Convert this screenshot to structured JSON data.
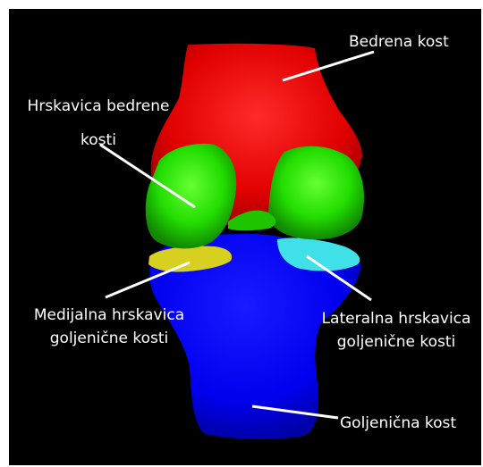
{
  "labels": {
    "femur": "Bedrena kost",
    "femoral_cartilage": [
      "Hrskavica bedrene",
      "kosti"
    ],
    "medial_tibial_cartilage": [
      "Medijalna hrskavica",
      "goljenične kosti"
    ],
    "lateral_tibial_cartilage": [
      "Lateralna hrskavica",
      "goljenične kosti"
    ],
    "tibia": "Goljenična kost"
  },
  "colors": {
    "background": "#000000",
    "femur": "#ff0000",
    "femoral_cartilage": "#22dd00",
    "medial_tibial_cartilage": "#d8d020",
    "lateral_tibial_cartilage": "#40e0e8",
    "tibia": "#0000ff",
    "text": "#ffffff",
    "leader_line": "#ffffff"
  }
}
